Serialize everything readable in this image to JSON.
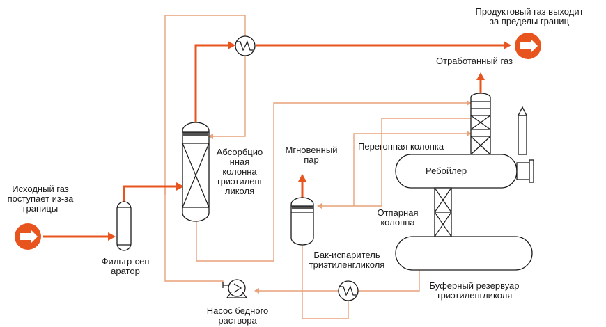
{
  "labels": {
    "feed_gas": "Исходный газ\nпоступает из-за\nграницы",
    "filter_sep": "Фильтр-сеп\nаратор",
    "absorber": "Абсорбцио\nнная\nколонна\nтриэтиленг\nликоля",
    "flash_vapor": "Мгновенный\nпар",
    "still_column": "Перегонная колонка",
    "reboiler": "Ребойлер",
    "stripper": "Отпарная\nколонна",
    "flash_tank": "Бак-испаритель\nтриэтиленгликоля",
    "surge_tank": "Буферный резервуар\nтриэтиленгликоля",
    "lean_pump": "Насос бедного\nраствора",
    "product_gas": "Продуктовый газ выходит\nза пределы границ",
    "spent_gas": "Отработанный газ"
  },
  "colors": {
    "gas_stream": "#e8541e",
    "glycol_stream": "#e9a27a",
    "equipment": "#1a1a1a"
  }
}
